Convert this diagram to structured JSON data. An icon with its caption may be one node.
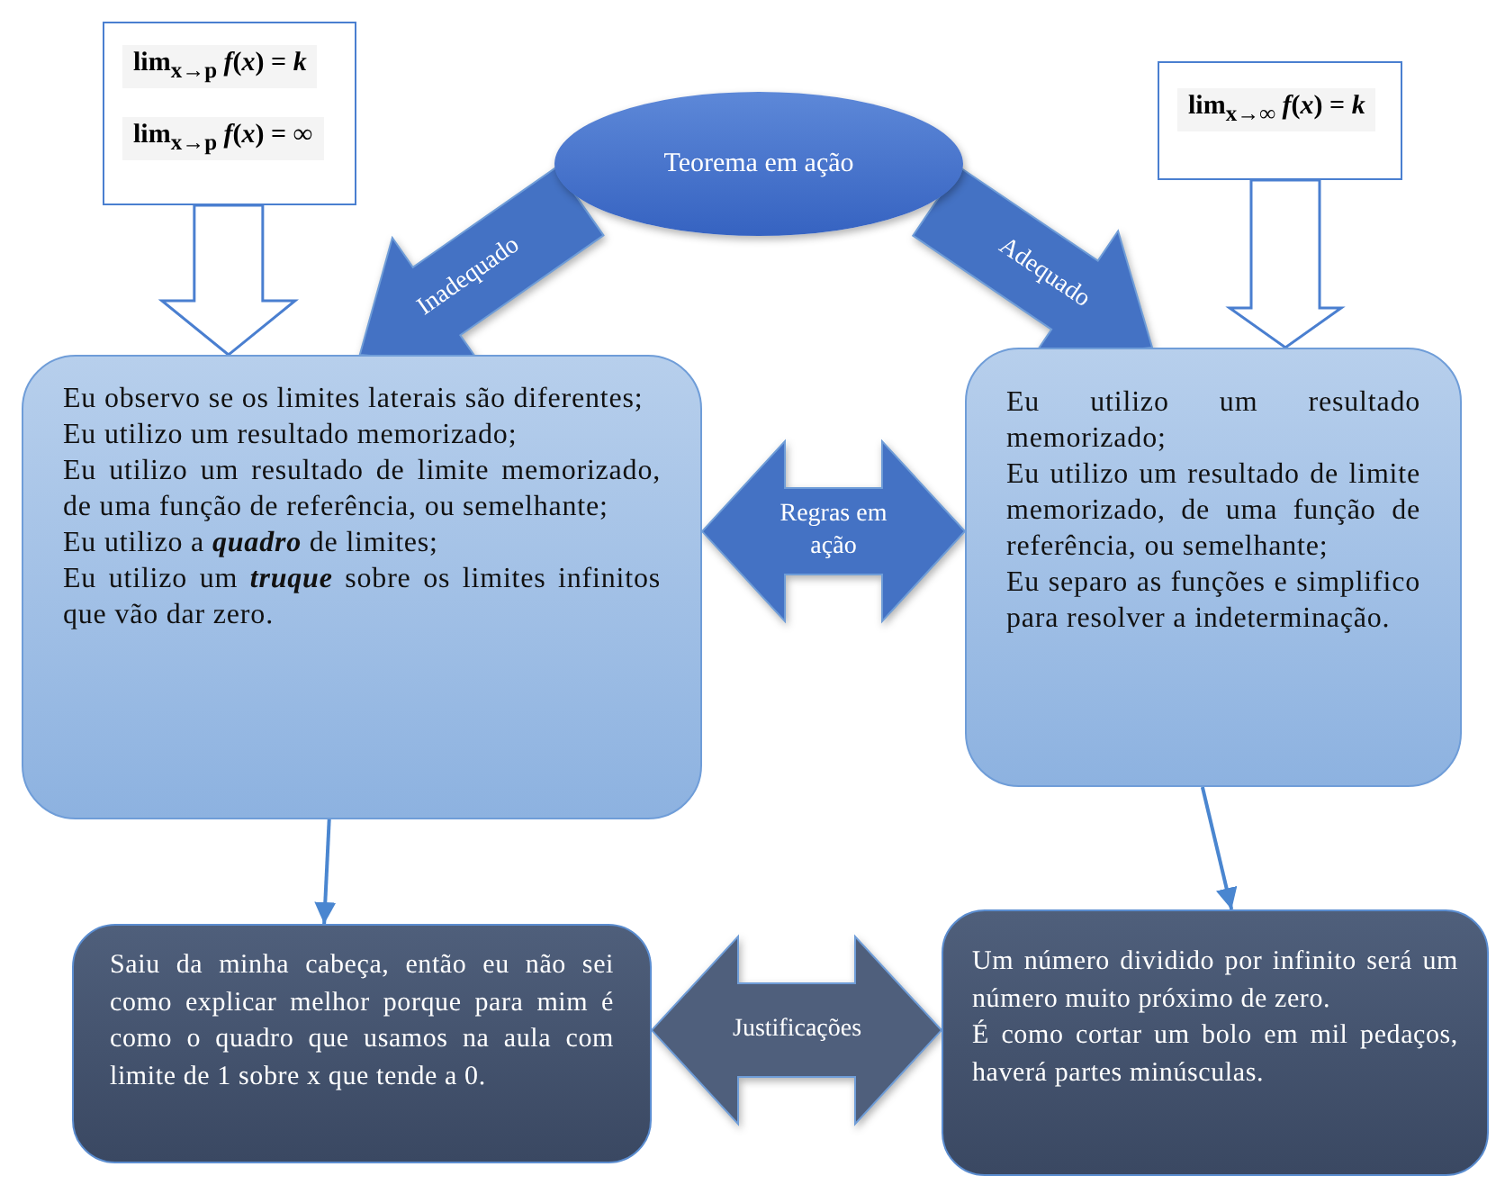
{
  "diagram": {
    "nodes": [
      {
        "text": [
          "lim$_{x→p}$ *f*(*x*) = *k*",
          "lim$_{x→p}$ *f*(*x*) = ∞"
        ]
      },
      {
        "text": [
          "Teorema em ação"
        ]
      },
      {
        "text": [
          "lim$_{x→∞}$ *f*(*x*) = *k*"
        ]
      },
      {
        "text": [
          "Eu observo se os limites laterais são diferentes;",
          "Eu utilizo um resultado memorizado;",
          "Eu utilizo um resultado de limite memorizado, de uma função de referência, ou semelhante;",
          "Eu utilizo a **quadro** de limites;",
          "Eu utilizo um **truque** sobre os limites infinitos que vão dar zero."
        ]
      },
      {
        "text": [
          "Eu utilizo um resultado memorizado;",
          "Eu utilizo um resultado de limite memorizado, de uma função de referência, ou semelhante;",
          "Eu separo as funções e simplifico para resolver a indeterminação."
        ]
      },
      {
        "text": [
          "Saiu da minha cabeça, então eu não sei como explicar melhor porque para mim é como o quadro que usamos na aula com limite de 1 sobre x que tende a 0."
        ]
      },
      {
        "text": [
          "Um número dividido por infinito será um número muito próximo de zero.",
          "É como cortar um bolo em mil pedaços, haverá partes minúsculas."
        ]
      }
    ],
    "edges": [
      {
        "from": 0,
        "to": 3,
        "arrow": "to",
        "style": "thick"
      },
      {
        "from": 1,
        "to": 3,
        "arrow": "to",
        "style": "thick",
        "color": "#4472c4",
        "label": "Inadequado"
      },
      {
        "from": 1,
        "to": 4,
        "arrow": "to",
        "style": "thick",
        "color": "#4472c4",
        "label": "Adequado"
      },
      {
        "from": 2,
        "to": 4,
        "arrow": "to",
        "style": "thick"
      },
      {
        "from": 3,
        "to": 4,
        "arrow": "both",
        "style": "thick",
        "color": "#4472c4",
        "label": "Regras em ação"
      },
      {
        "from": 3,
        "to": 5,
        "arrow": "to"
      },
      {
        "from": 4,
        "to": 6,
        "arrow": "to"
      },
      {
        "from": 5,
        "to": 6,
        "arrow": "both",
        "style": "thick",
        "color": "#4f5f7c",
        "label": "Justificações"
      }
    ]
  }
}
